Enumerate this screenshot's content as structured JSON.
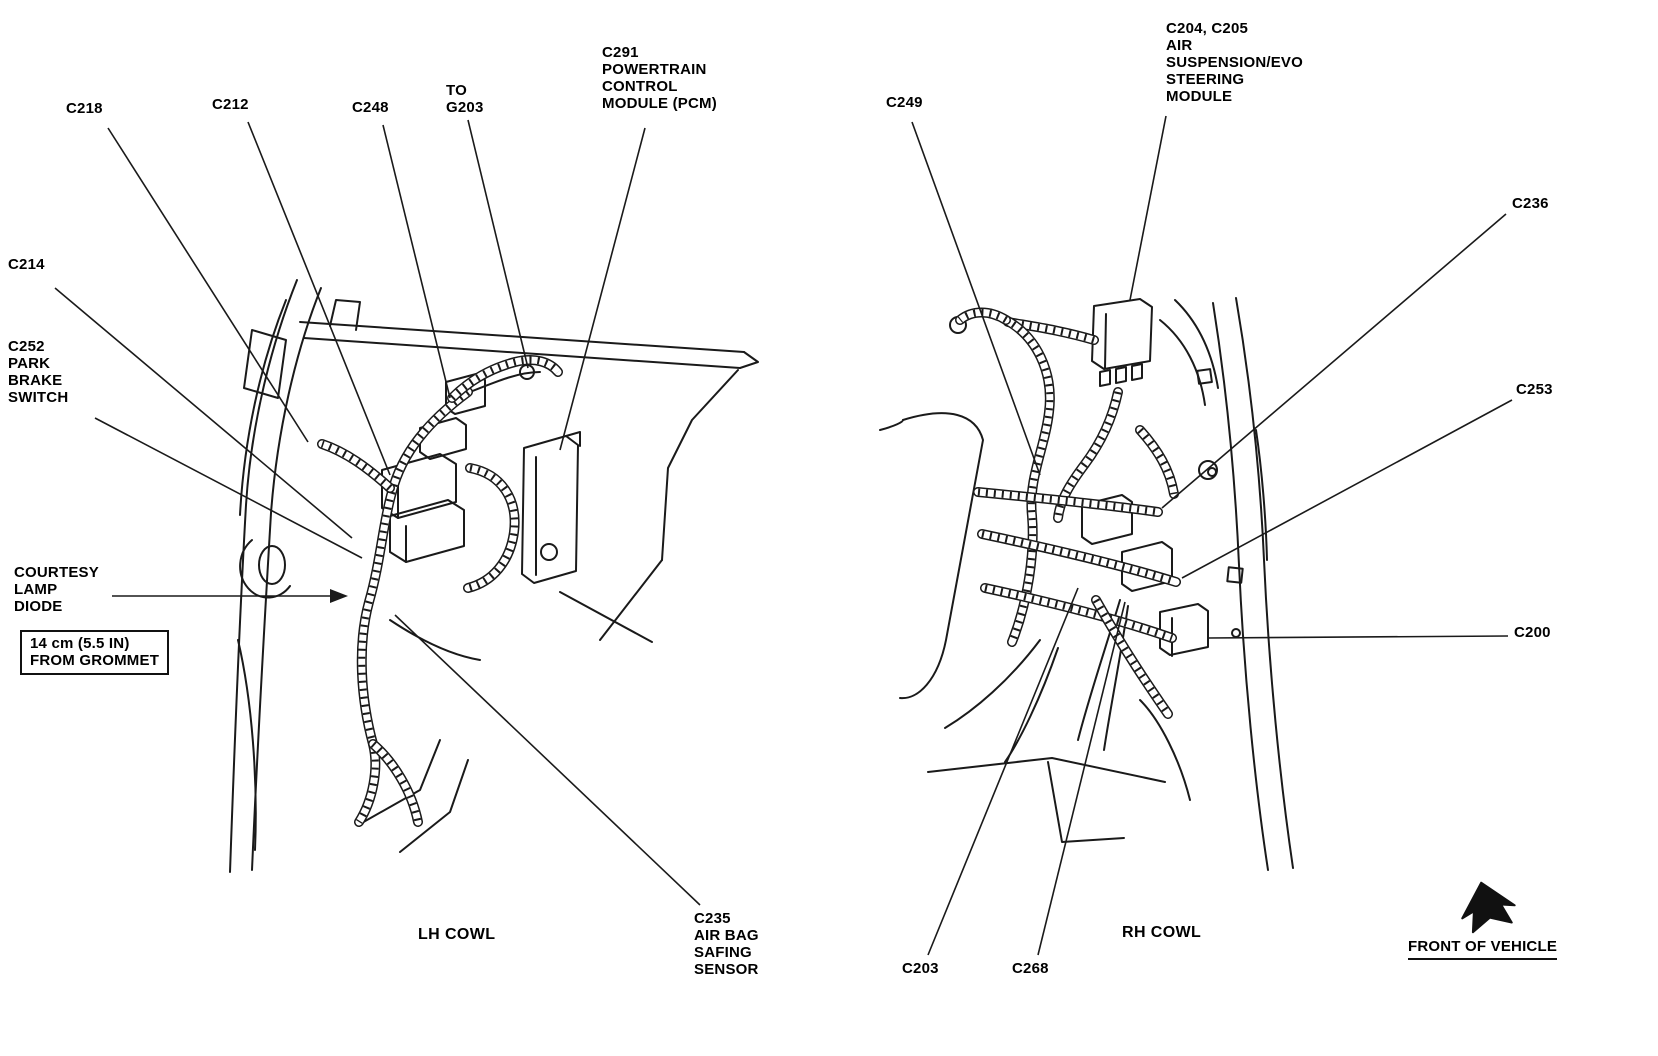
{
  "figure": {
    "background": "#ffffff",
    "line_color": "#1a1a1a",
    "text_color": "#000000",
    "left_view": {
      "caption": "LH COWL",
      "callouts": {
        "c218": "C218",
        "c212": "C212",
        "c248": "C248",
        "to_g203": "TO\nG203",
        "c291_pcm": "C291\nPOWERTRAIN\nCONTROL\nMODULE (PCM)",
        "c214": "C214",
        "c252_park_brake": "C252\nPARK\nBRAKE\nSWITCH",
        "courtesy_lamp_diode": "COURTESY\nLAMP\nDIODE",
        "grommet_note": "14 cm (5.5 IN)\nFROM GROMMET",
        "c235_airbag": "C235\nAIR BAG\nSAFING\nSENSOR"
      }
    },
    "right_view": {
      "caption": "RH COWL",
      "callouts": {
        "c249": "C249",
        "c204_c205_module": "C204, C205\nAIR\nSUSPENSION/EVO\nSTEERING\nMODULE",
        "c236": "C236",
        "c253": "C253",
        "c200": "C200",
        "c203": "C203",
        "c268": "C268"
      }
    },
    "orientation": {
      "front_of_vehicle": "FRONT OF VEHICLE"
    }
  }
}
